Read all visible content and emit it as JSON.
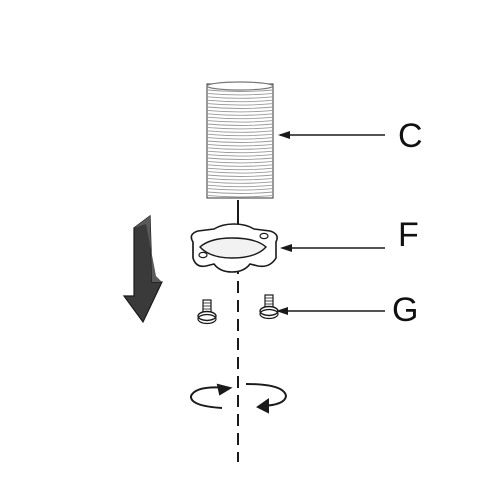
{
  "diagram": {
    "parts": [
      {
        "id": "pipe-nipple",
        "label": "C"
      },
      {
        "id": "flange-plate",
        "label": "F"
      },
      {
        "id": "screws",
        "label": "G"
      }
    ],
    "colors": {
      "line": "#1a1a1a",
      "thread": "#9a9a9a",
      "arrow_fill": "#3a3a3a",
      "background": "#ffffff"
    },
    "icons": [
      "down-arrow-icon",
      "rotate-arrows-icon"
    ]
  }
}
